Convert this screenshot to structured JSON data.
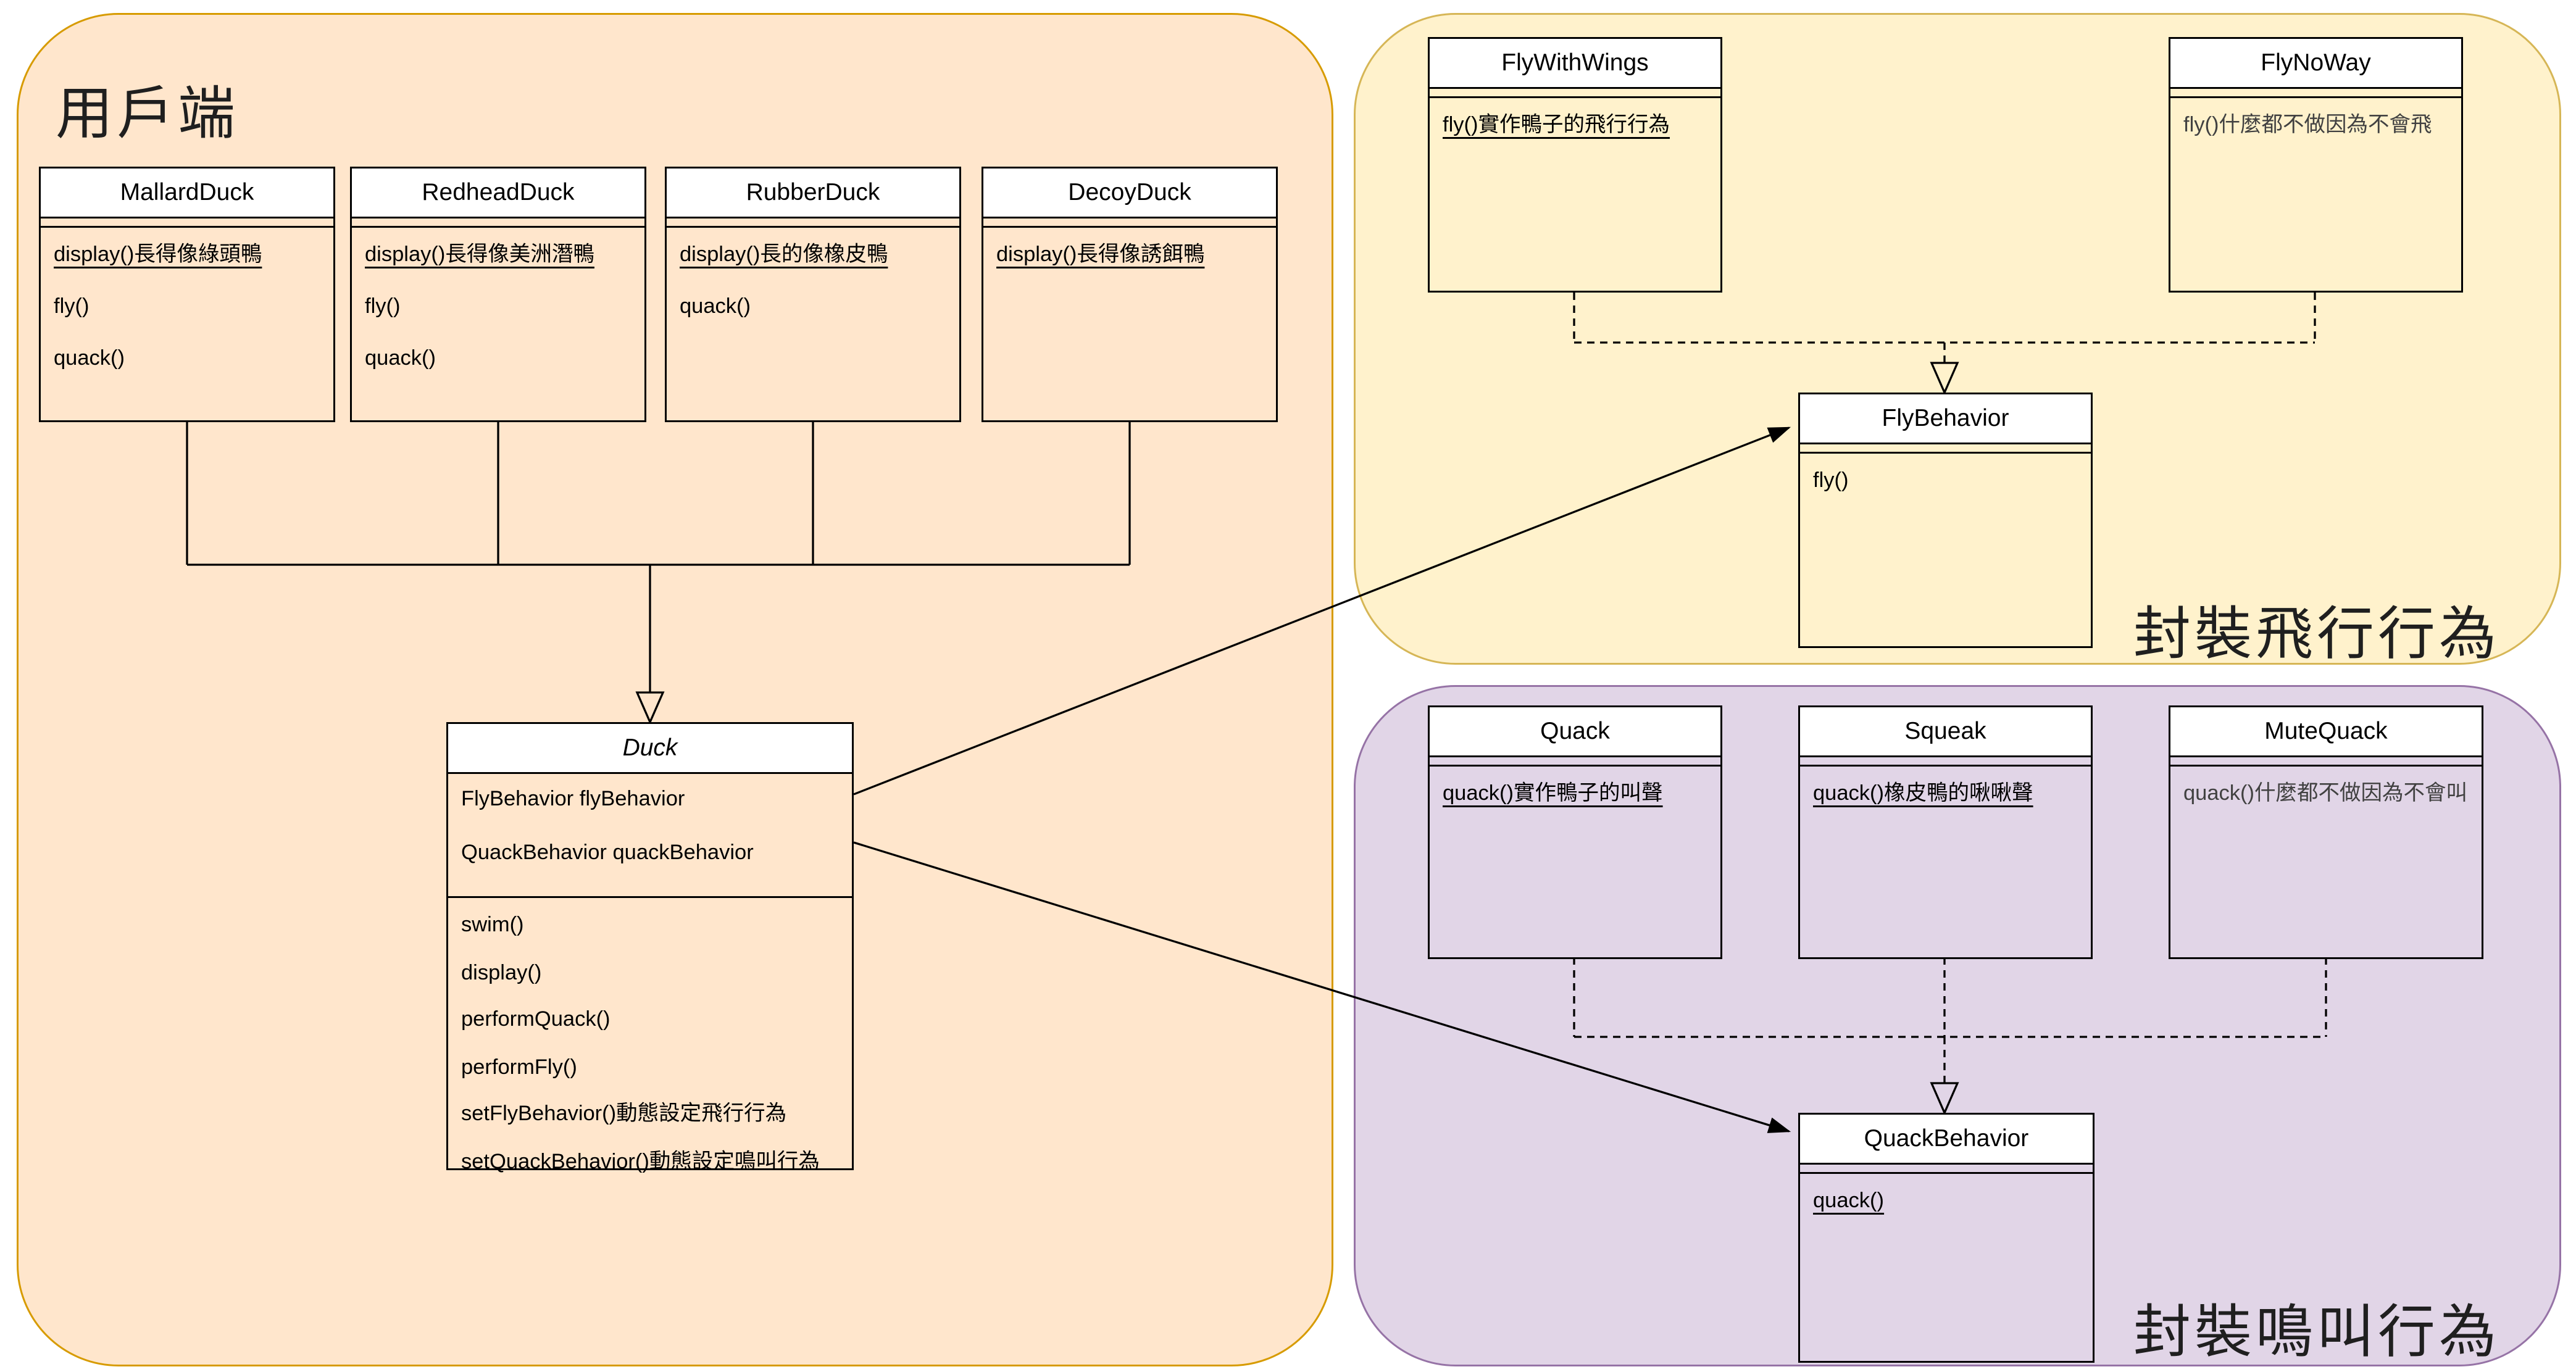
{
  "regions": {
    "client": {
      "label": "用戶端"
    },
    "fly_behaviors": {
      "label": "封裝飛行行為"
    },
    "quack_behaviors": {
      "label": "封裝鳴叫行為"
    }
  },
  "colors": {
    "client_fill": "#FFE6CC",
    "client_border": "#D79B00",
    "fly_fill": "#FFF2CC",
    "fly_border": "#D6B656",
    "quack_fill": "#E1D5E7",
    "quack_border": "#9673A6",
    "box_header_fill": "#FFFFFF",
    "line_color": "#000000"
  },
  "classes": {
    "mallard_duck": {
      "title": "MallardDuck",
      "members": [
        {
          "text": "display()長得像綠頭鴨",
          "underline": true
        },
        {
          "text": "fly()",
          "underline": false
        },
        {
          "text": "quack()",
          "underline": false
        }
      ]
    },
    "redhead_duck": {
      "title": "RedheadDuck",
      "members": [
        {
          "text": "display()長得像美洲潛鴨",
          "underline": true
        },
        {
          "text": "fly()",
          "underline": false
        },
        {
          "text": "quack()",
          "underline": false
        }
      ]
    },
    "rubber_duck": {
      "title": "RubberDuck",
      "members": [
        {
          "text": "display()長的像橡皮鴨",
          "underline": true
        },
        {
          "text": "quack()",
          "underline": false
        }
      ]
    },
    "decoy_duck": {
      "title": "DecoyDuck",
      "members": [
        {
          "text": "display()長得像誘餌鴨",
          "underline": true
        }
      ]
    },
    "duck": {
      "title": "Duck",
      "italic": true,
      "attributes": [
        {
          "text": "FlyBehavior flyBehavior"
        },
        {
          "text": "QuackBehavior quackBehavior"
        }
      ],
      "methods": [
        {
          "text": "swim()"
        },
        {
          "text": "display()"
        },
        {
          "text": "performQuack()"
        },
        {
          "text": "performFly()"
        },
        {
          "text": "setFlyBehavior()動態設定飛行行為"
        },
        {
          "text": "setQuackBehavior()動態設定鳴叫行為"
        }
      ]
    },
    "fly_with_wings": {
      "title": "FlyWithWings",
      "members": [
        {
          "text": "fly()實作鴨子的飛行行為",
          "underline": true
        }
      ]
    },
    "fly_no_way": {
      "title": "FlyNoWay",
      "members": [
        {
          "text": "fly()什麼都不做因為不會飛",
          "underline": false,
          "dim": true
        }
      ]
    },
    "fly_behavior": {
      "title": "FlyBehavior",
      "members": [
        {
          "text": "fly()",
          "underline": false
        }
      ]
    },
    "quack_cls": {
      "title": "Quack",
      "members": [
        {
          "text": "quack()實作鴨子的叫聲",
          "underline": true
        }
      ]
    },
    "squeak": {
      "title": "Squeak",
      "members": [
        {
          "text": "quack()橡皮鴨的啾啾聲",
          "underline": true
        }
      ]
    },
    "mute_quack": {
      "title": "MuteQuack",
      "members": [
        {
          "text": "quack()什麼都不做因為不會叫",
          "underline": false,
          "dim": true
        }
      ]
    },
    "quack_behavior": {
      "title": "QuackBehavior",
      "members": [
        {
          "text": "quack()",
          "underline": true
        }
      ]
    }
  }
}
